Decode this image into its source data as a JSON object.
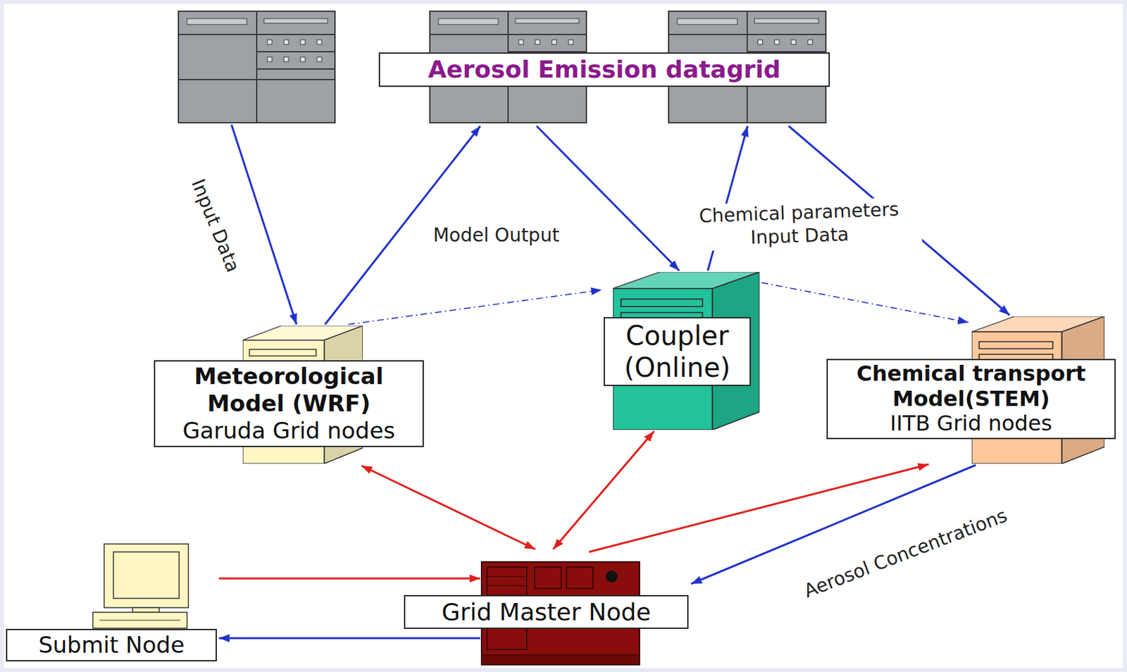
{
  "diagram": {
    "nodes": [
      {
        "text": [
          "Aerosol Emission datagrid"
        ]
      },
      {
        "text": [
          "Meteorological Model (WRF)",
          "Garuda Grid nodes"
        ]
      },
      {
        "text": [
          "Coupler (Online)"
        ]
      },
      {
        "text": [
          "Chemical transport Model(STEM)",
          "IITB Grid nodes"
        ]
      },
      {
        "text": [
          "Grid Master Node"
        ]
      },
      {
        "text": [
          "Submit Node"
        ]
      }
    ],
    "edges": [
      {
        "from": 0,
        "to": 1,
        "arrow": "to",
        "label": "Input Data"
      },
      {
        "from": 1,
        "to": 0,
        "arrow": "to",
        "label": "Model Output"
      },
      {
        "from": 0,
        "to": 2,
        "arrow": "to"
      },
      {
        "from": 2,
        "to": 0,
        "arrow": "to"
      },
      {
        "from": 0,
        "to": 3,
        "arrow": "to",
        "label": "Chemical parameters Input Data"
      },
      {
        "from": 1,
        "to": 2,
        "arrow": "to"
      },
      {
        "from": 2,
        "to": 3,
        "arrow": "to"
      },
      {
        "from": 1,
        "to": 4,
        "arrow": "both"
      },
      {
        "from": 2,
        "to": 4,
        "arrow": "both"
      },
      {
        "from": 4,
        "to": 3,
        "arrow": "to"
      },
      {
        "from": 3,
        "to": 4,
        "arrow": "to",
        "label": "Aerosol Concentrations"
      },
      {
        "from": 5,
        "to": 4,
        "arrow": "to"
      },
      {
        "from": 4,
        "to": 5,
        "arrow": "to"
      }
    ]
  }
}
